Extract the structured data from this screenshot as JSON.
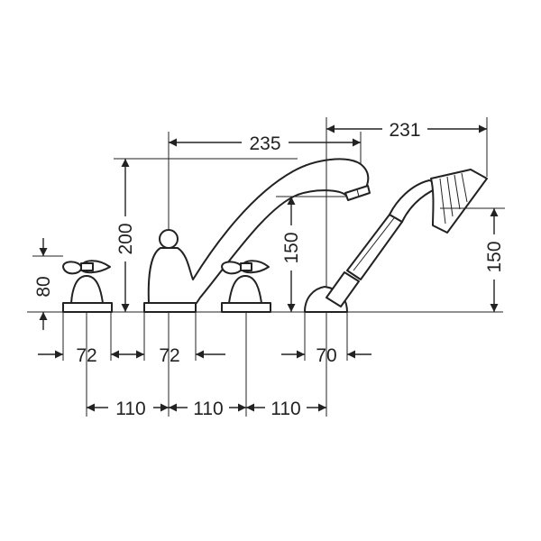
{
  "dimensions": {
    "spout_length": "235",
    "hand_shower_length": "231",
    "spout_height": "200",
    "spout_opening_height": "150",
    "hand_shower_height": "150",
    "handle_height": "80",
    "handle_width_left": "72",
    "spout_base_width": "72",
    "shower_base_width": "70",
    "spacing_1": "110",
    "spacing_2": "110",
    "spacing_3": "110"
  }
}
